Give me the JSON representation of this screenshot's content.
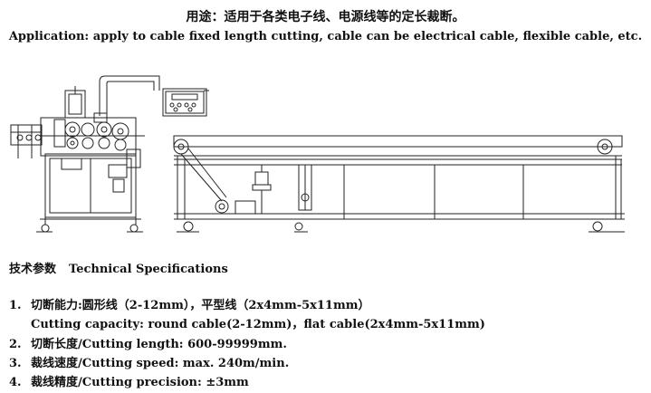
{
  "title_zh": "用途：适用于各类电子线、电源线等的定长裁断。",
  "title_en": "Application: apply to cable fixed length cutting, cable can be electrical cable, flexible cable, etc.",
  "spec_heading_zh": "技术参数",
  "spec_heading_en": "Technical Specifications",
  "specs": [
    {
      "num": "1.",
      "zh": "切断能力:圆形线（2-12mm），平型线（2x4mm-5x11mm）",
      "en": "Cutting capacity: round cable(2-12mm)，flat cable(2x4mm-5x11mm)"
    },
    {
      "num": "2.",
      "text": "切断长度/Cutting length: 600-99999mm."
    },
    {
      "num": "3.",
      "text": "裁线速度/Cutting speed: max. 240m/min."
    },
    {
      "num": "4.",
      "text": "裁线精度/Cutting precision: ±3mm"
    }
  ]
}
